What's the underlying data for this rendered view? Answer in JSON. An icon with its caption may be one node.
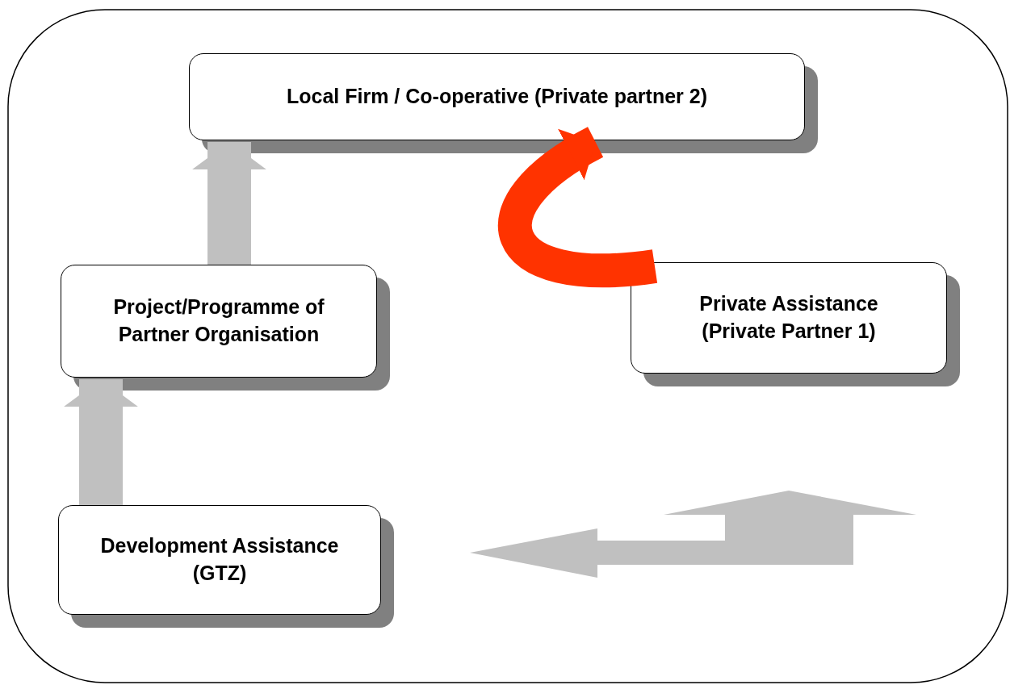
{
  "diagram": {
    "nodes": [
      {
        "text": [
          "Local Firm / Co-operative (Private partner 2)"
        ]
      },
      {
        "text": [
          "Project/Programme of Partner Organisation"
        ]
      },
      {
        "text": [
          "Private Assistance (Private Partner 1)"
        ]
      },
      {
        "text": [
          "Development Assistance (GTZ)"
        ]
      }
    ],
    "edges": [
      {
        "from": 1,
        "to": 0,
        "arrow": "to"
      },
      {
        "from": 3,
        "to": 1,
        "arrow": "to"
      },
      {
        "from": 2,
        "to": 0,
        "arrow": "to",
        "color": "#ff3300"
      }
    ]
  }
}
